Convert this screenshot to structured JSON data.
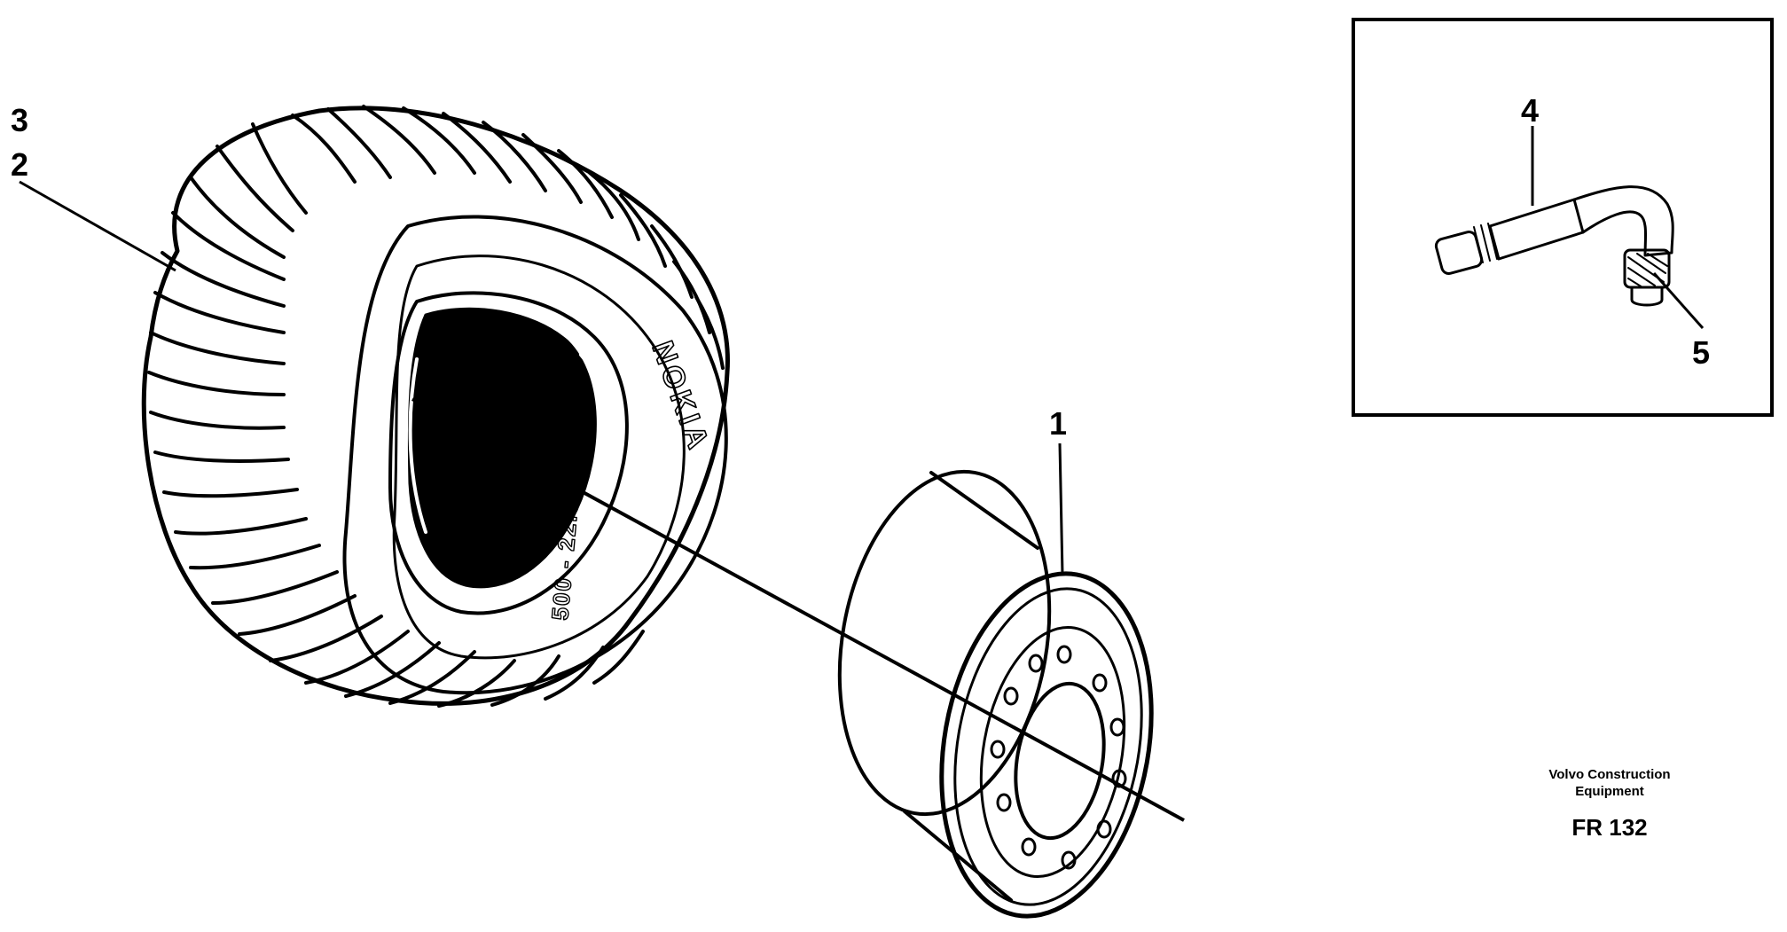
{
  "callouts": {
    "rim": "1",
    "tire_2": "2",
    "tire_3": "3",
    "valve_4": "4",
    "valve_5": "5"
  },
  "tire": {
    "brand_text": "NOKIA",
    "size_text": "500 - 22.5"
  },
  "footer": {
    "company_line1": "Volvo Construction",
    "company_line2": "Equipment",
    "figure_id": "FR 132"
  }
}
